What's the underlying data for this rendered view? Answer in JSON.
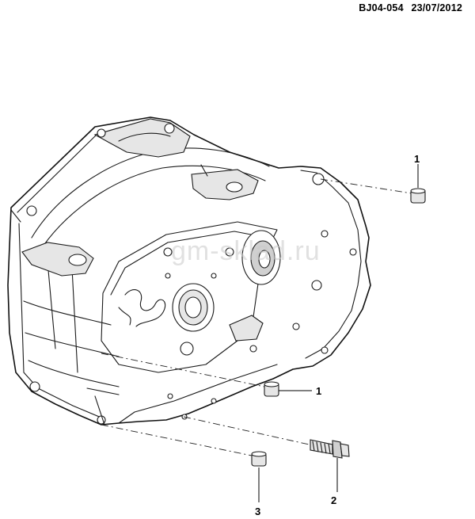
{
  "header": {
    "diagram_code": "BJ04-054",
    "date": "23/07/2012"
  },
  "watermark": {
    "text": "gm-sklad.ru"
  },
  "callouts": [
    {
      "label": "1",
      "part": "dowel-sleeve-top-right"
    },
    {
      "label": "1",
      "part": "dowel-sleeve-middle"
    },
    {
      "label": "2",
      "part": "bolt"
    },
    {
      "label": "3",
      "part": "dowel-sleeve-bottom"
    }
  ]
}
